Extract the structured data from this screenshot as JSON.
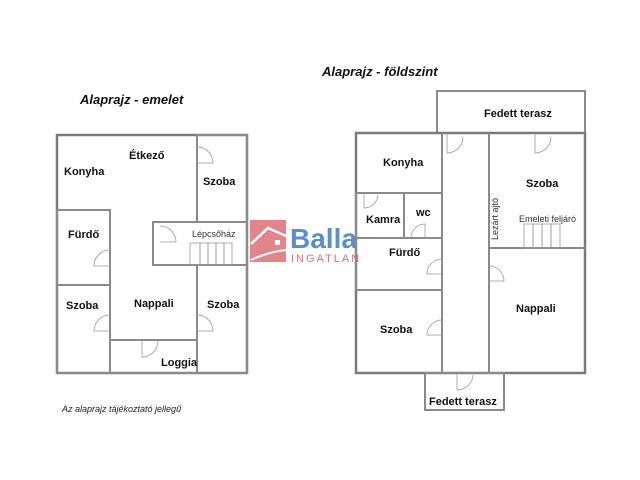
{
  "upper_floor": {
    "title": "Alaprajz - emelet",
    "rooms": {
      "konyha": "Konyha",
      "etkezo": "Étkező",
      "szoba_top_right": "Szoba",
      "furdo": "Fürdő",
      "lepcsohaz": "Lépcsőház",
      "szoba_left": "Szoba",
      "nappali": "Nappali",
      "szoba_right": "Szoba",
      "loggia": "Loggia"
    },
    "note": "Az alaprajz tájékoztató jellegű"
  },
  "ground_floor": {
    "title": "Alaprajz - földszint",
    "rooms": {
      "terasz_top": "Fedett terasz",
      "konyha": "Konyha",
      "kamra": "Kamra",
      "wc": "wc",
      "furdo": "Fürdő",
      "szoba_left": "Szoba",
      "szoba_right": "Szoba",
      "lezart_ajto": "Lezárt ajtó",
      "emeleti_feljaro": "Emeleti feljáró",
      "nappali": "Nappali",
      "terasz_bottom": "Fedett terasz"
    }
  },
  "watermark": {
    "brand": "Balla",
    "sub": "INGATLAN",
    "colors": {
      "blue": "#3f7cc4",
      "red": "#d6575f"
    }
  }
}
